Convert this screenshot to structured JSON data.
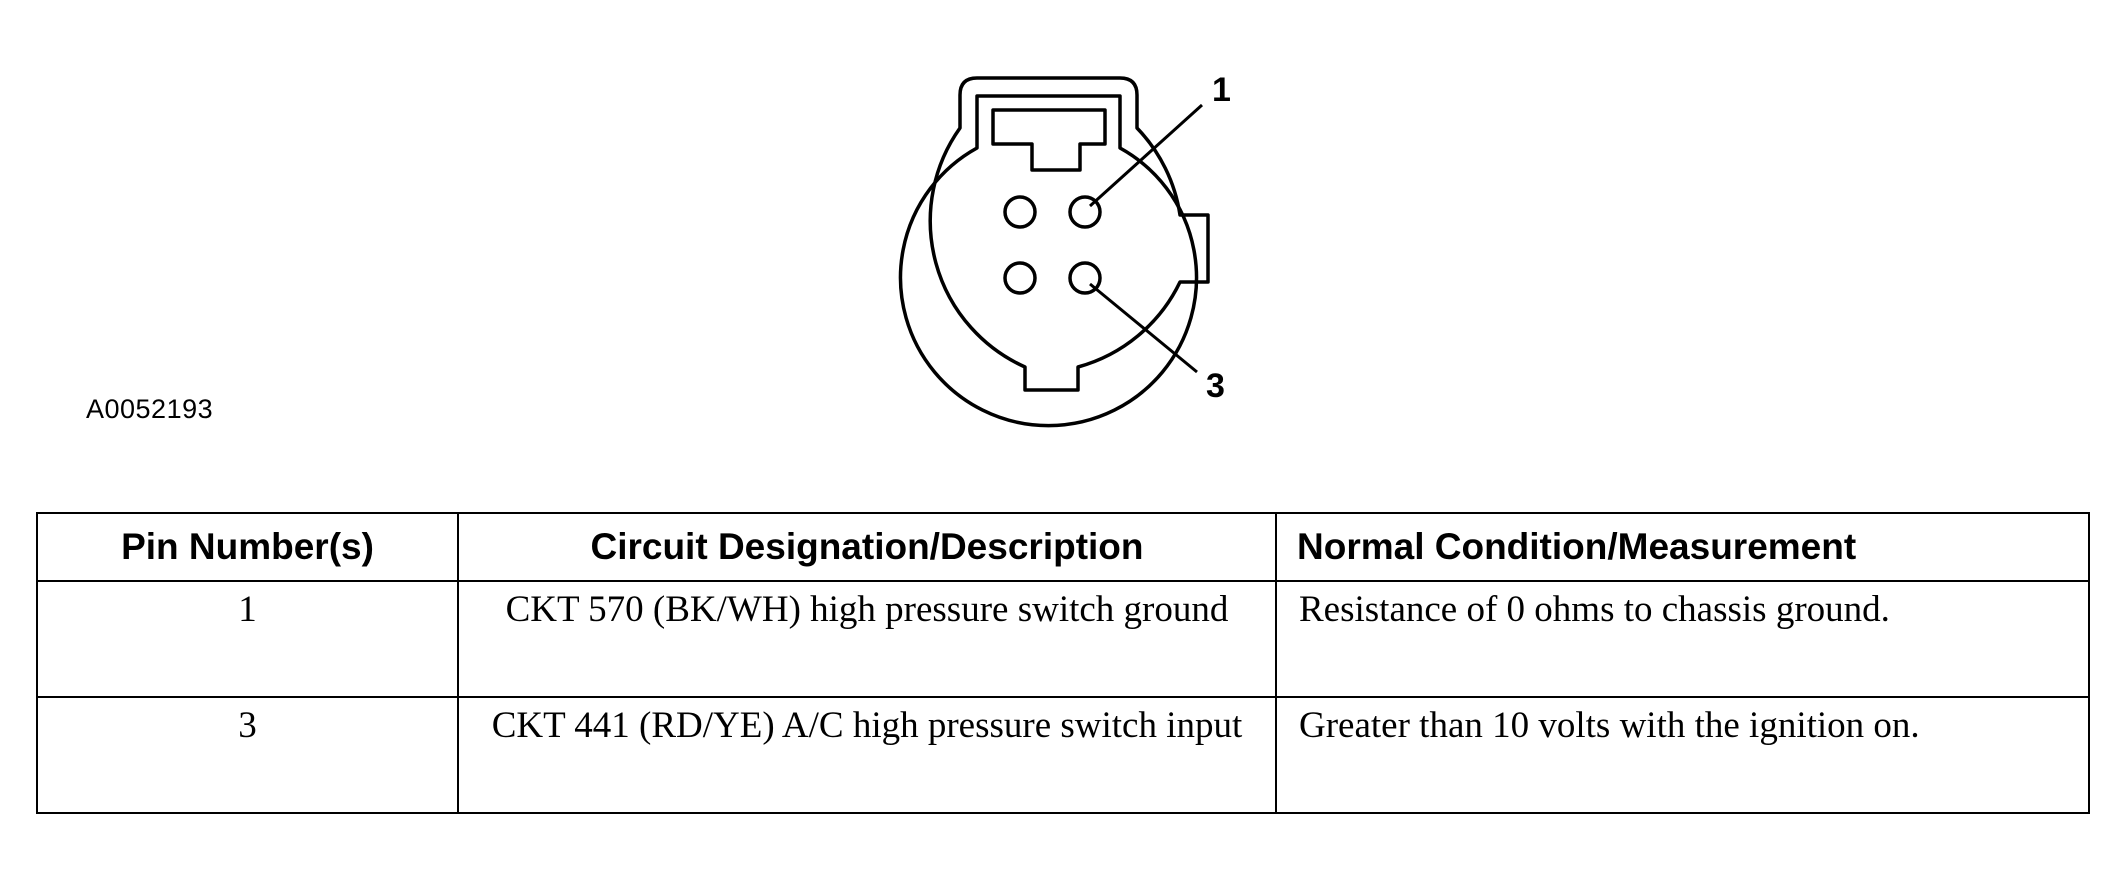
{
  "figure": {
    "id": "A0052193",
    "callouts": [
      "1",
      "3"
    ]
  },
  "table": {
    "headers": [
      "Pin Number(s)",
      "Circuit Designation/Description",
      "Normal Condition/Measurement"
    ],
    "rows": [
      {
        "pin": "1",
        "circuit": "CKT 570 (BK/WH) high pressure switch ground",
        "measurement": "Resistance of 0 ohms to chassis ground."
      },
      {
        "pin": "3",
        "circuit": "CKT 441 (RD/YE) A/C high pressure switch input",
        "measurement": "Greater than 10 volts with the ignition on."
      }
    ]
  }
}
